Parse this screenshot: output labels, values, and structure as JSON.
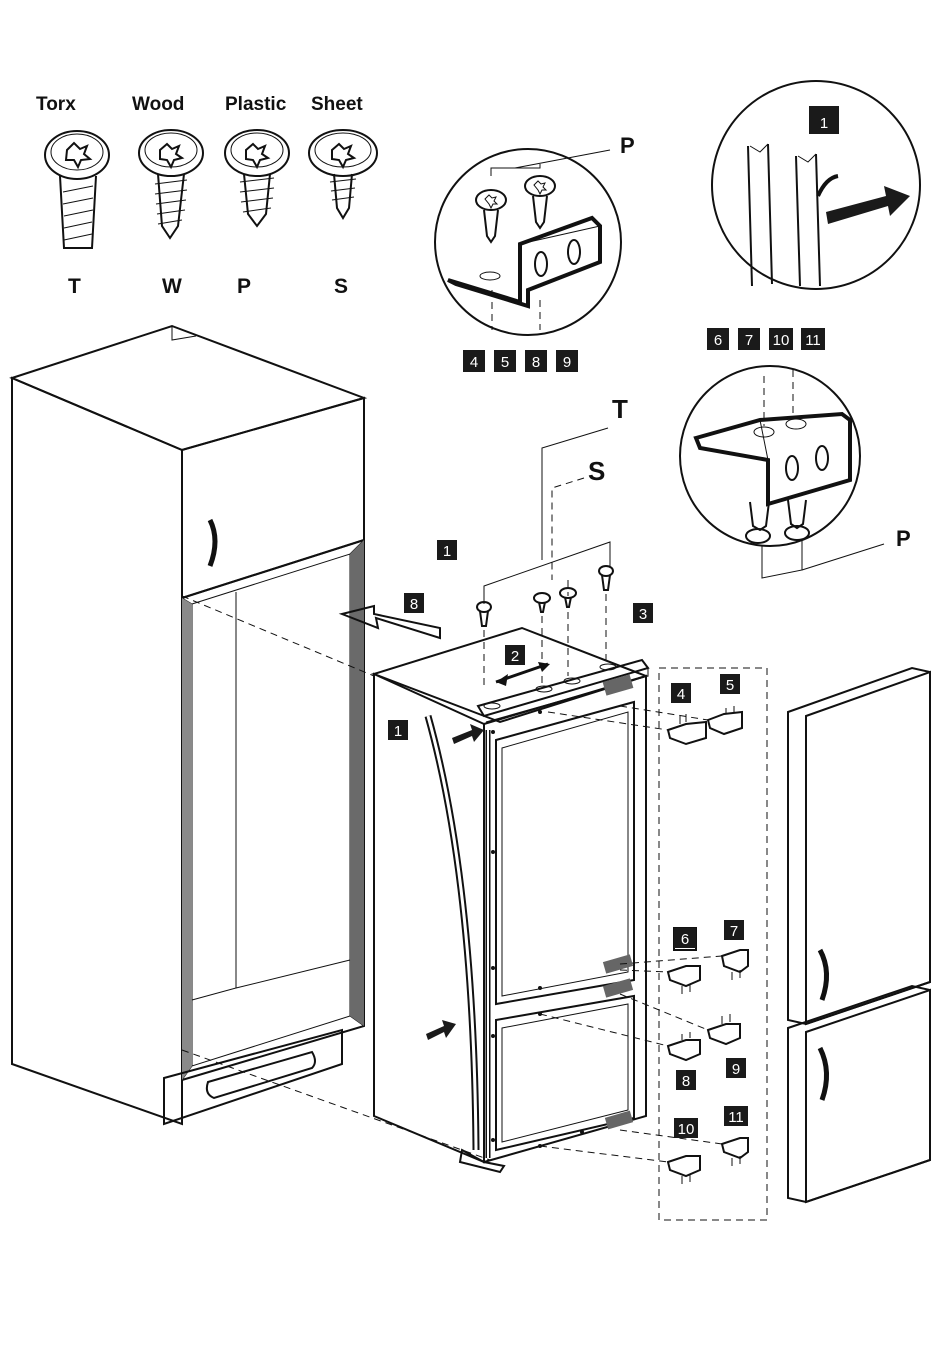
{
  "screw_types": [
    {
      "name": "Torx",
      "code": "T"
    },
    {
      "name": "Wood",
      "code": "W"
    },
    {
      "name": "Plastic",
      "code": "P"
    },
    {
      "name": "Sheet",
      "code": "S"
    }
  ],
  "callouts": {
    "top_bracket_screw": "P",
    "bottom_bracket_screw": "P",
    "top_screws": "T",
    "side_screws": "S",
    "seal_step": "1"
  },
  "step_groups": {
    "top_bracket": [
      "4",
      "5",
      "8",
      "9"
    ],
    "bottom_bracket": [
      "6",
      "7",
      "10",
      "11"
    ]
  },
  "steps": {
    "s1_top": "1",
    "s1_left": "1",
    "s2": "2",
    "s3": "3",
    "s8_arrow": "8",
    "s4": "4",
    "s5": "5",
    "s6": "6",
    "s7": "7",
    "s8": "8",
    "s9": "9",
    "s10": "10",
    "s11": "11"
  },
  "colors": {
    "line": "#111111",
    "panel_gray": "#9a9a9a",
    "panel_dark": "#666666",
    "badge": "#1a1a1a",
    "background": "#ffffff"
  },
  "icons": [
    "torx-screw-icon",
    "wood-screw-icon",
    "plastic-screw-icon",
    "sheet-screw-icon",
    "arrow-icon",
    "bracket-icon"
  ]
}
